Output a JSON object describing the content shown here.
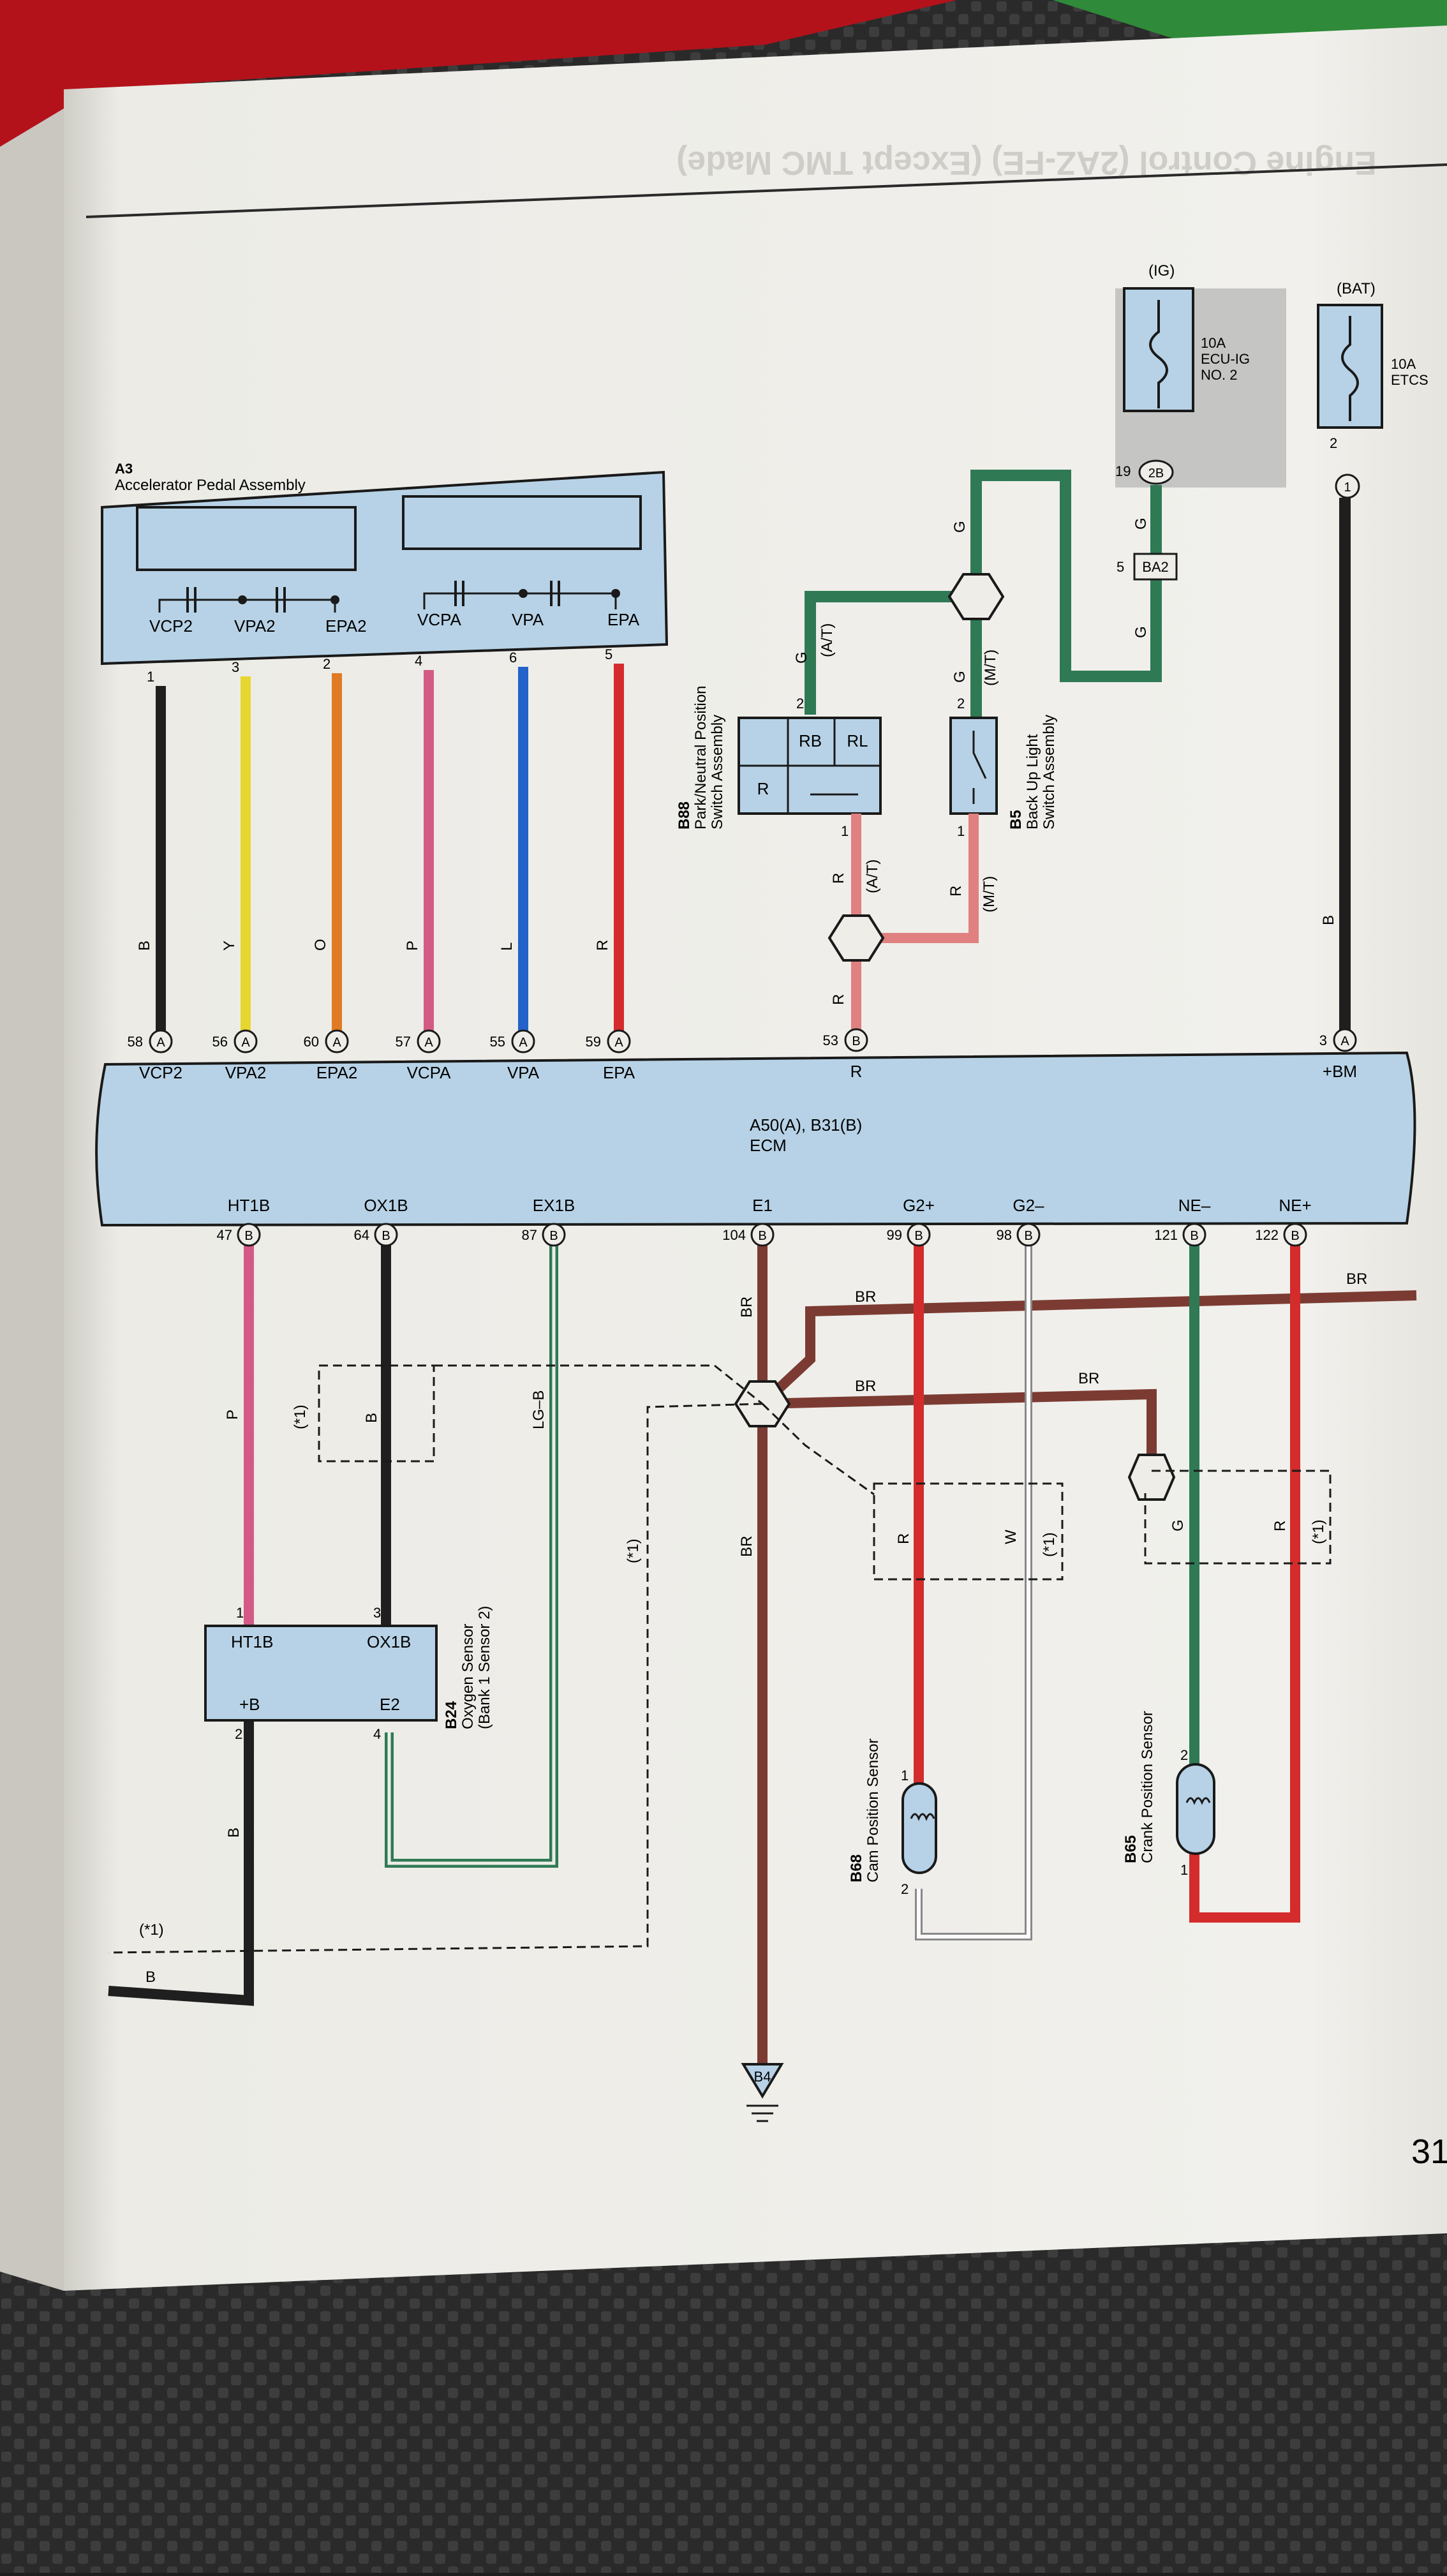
{
  "header": {
    "ghost_title": "Engine Control (2AZ-FE) (Except TMC Made)"
  },
  "page_number": "31",
  "components": {
    "a3": {
      "code": "A3",
      "name": "Accelerator Pedal Assembly"
    },
    "b88": {
      "code": "B88",
      "name_line1": "Park/Neutral Position",
      "name_line2": "Switch Assembly",
      "rb": "RB",
      "rl": "RL",
      "r": "R"
    },
    "b5": {
      "code": "B5",
      "name_line1": "Back Up Light",
      "name_line2": "Switch Assembly"
    },
    "ecm": {
      "connectors": "A50(A), B31(B)",
      "name": "ECM"
    },
    "b24": {
      "code": "B24",
      "name_line1": "Oxygen Sensor",
      "name_line2": "(Bank 1 Sensor 2)",
      "ht1b": "HT1B",
      "ox1b": "OX1B",
      "plusb": "+B",
      "e2": "E2"
    },
    "b68": {
      "code": "B68",
      "name": "Cam Position Sensor"
    },
    "b65": {
      "code": "B65",
      "name": "Crank Position Sensor"
    },
    "b4": {
      "code": "B4"
    }
  },
  "fuses": {
    "ig": {
      "source": "(IG)",
      "rating": "10A",
      "name_line1": "ECU-IG",
      "name_line2": "NO. 2",
      "pin": "19",
      "conn": "2B"
    },
    "bat": {
      "source": "(BAT)",
      "rating": "10A",
      "name": "ETCS",
      "pin": "2",
      "conn": "1"
    },
    "ba2": {
      "pin": "5",
      "conn": "BA2"
    }
  },
  "pedal_terminals": [
    {
      "label": "VCP2",
      "pin": "1",
      "color": "B",
      "ecm_pin": "58",
      "conn": "A",
      "ecm_label": "VCP2"
    },
    {
      "label": "VPA2",
      "pin": "3",
      "color": "Y",
      "ecm_pin": "56",
      "conn": "A",
      "ecm_label": "VPA2"
    },
    {
      "label": "EPA2",
      "pin": "2",
      "color": "O",
      "ecm_pin": "60",
      "conn": "A",
      "ecm_label": "EPA2"
    },
    {
      "label": "VCPA",
      "pin": "4",
      "color": "P",
      "ecm_pin": "57",
      "conn": "A",
      "ecm_label": "VCPA"
    },
    {
      "label": "VPA",
      "pin": "6",
      "color": "L",
      "ecm_pin": "55",
      "conn": "A",
      "ecm_label": "VPA"
    },
    {
      "label": "EPA",
      "pin": "5",
      "color": "R",
      "ecm_pin": "59",
      "conn": "A",
      "ecm_label": "EPA"
    }
  ],
  "ecm_top_other": [
    {
      "pin": "53",
      "conn": "B",
      "label": "R"
    },
    {
      "pin": "3",
      "conn": "A",
      "label": "+BM"
    }
  ],
  "ecm_bottom": [
    {
      "label": "HT1B",
      "pin": "47",
      "conn": "B"
    },
    {
      "label": "OX1B",
      "pin": "64",
      "conn": "B"
    },
    {
      "label": "EX1B",
      "pin": "87",
      "conn": "B"
    },
    {
      "label": "E1",
      "pin": "104",
      "conn": "B"
    },
    {
      "label": "G2+",
      "pin": "99",
      "conn": "B"
    },
    {
      "label": "G2–",
      "pin": "98",
      "conn": "B"
    },
    {
      "label": "NE–",
      "pin": "121",
      "conn": "B"
    },
    {
      "label": "NE+",
      "pin": "122",
      "conn": "B"
    }
  ],
  "wire_labels": {
    "g": "G",
    "at": "(A/T)",
    "mt": "(M/T)",
    "r": "R",
    "b": "B",
    "p": "P",
    "lgb": "LG–B",
    "br": "BR",
    "w": "W",
    "star1": "(*1)"
  },
  "pins": {
    "b88_2": "2",
    "b88_1": "1",
    "b5_2": "2",
    "b5_1": "1",
    "b24_1": "1",
    "b24_3": "3",
    "b24_2": "2",
    "b24_4": "4",
    "b68_1": "1",
    "b68_2": "2",
    "b65_2": "2",
    "b65_1": "1"
  },
  "colors": {
    "paper": "#eeede8",
    "component_fill": "#b7d2e6",
    "outline": "#1a1a1a",
    "wire_black": "#1f1f1f",
    "wire_yellow": "#e8d630",
    "wire_orange": "#e07a24",
    "wire_pink": "#d45a86",
    "wire_blue": "#2363c9",
    "wire_red": "#d42c2c",
    "wire_green": "#2f7a55",
    "wire_brown": "#7b3b33",
    "wire_lightred": "#e08080",
    "fuse_shade": "#a9a9a9"
  }
}
